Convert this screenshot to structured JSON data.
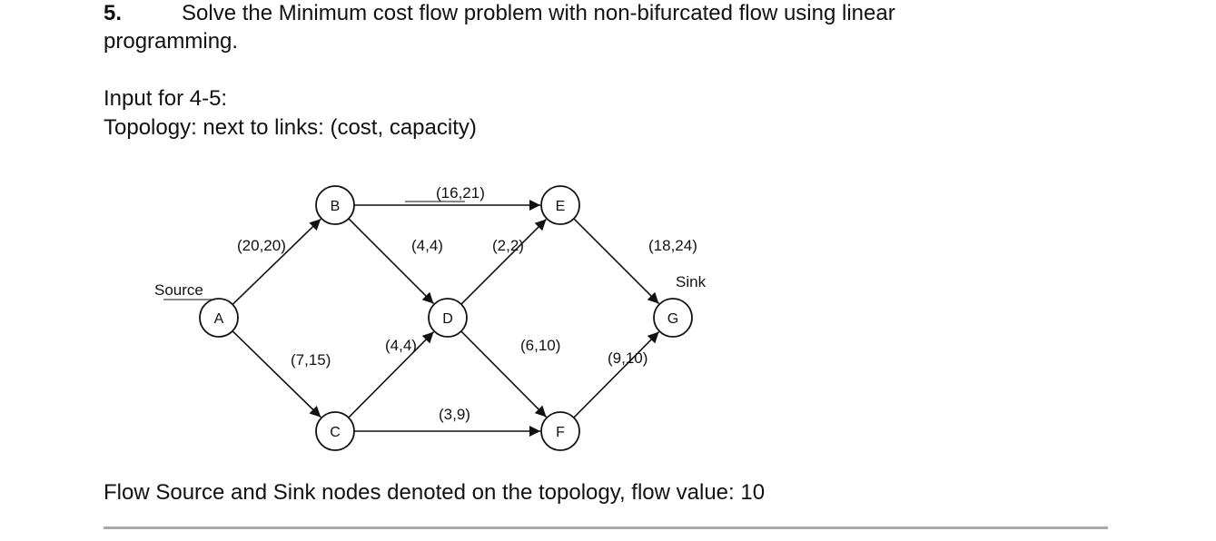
{
  "question": {
    "number": "5.",
    "text_line1": "Solve the Minimum cost flow problem with non-bifurcated flow using linear",
    "text_line2": "programming."
  },
  "input_heading": "Input for 4-5:",
  "topology_caption": "Topology: next to links: (cost, capacity)",
  "diagram": {
    "nodes": [
      {
        "id": "A",
        "label": "A"
      },
      {
        "id": "B",
        "label": "B"
      },
      {
        "id": "C",
        "label": "C"
      },
      {
        "id": "D",
        "label": "D"
      },
      {
        "id": "E",
        "label": "E"
      },
      {
        "id": "F",
        "label": "F"
      },
      {
        "id": "G",
        "label": "G"
      }
    ],
    "edges": [
      {
        "from": "A",
        "to": "B",
        "label": "(20,20)"
      },
      {
        "from": "A",
        "to": "C",
        "label": "(7,15)"
      },
      {
        "from": "B",
        "to": "E",
        "label": "(16,21)"
      },
      {
        "from": "B",
        "to": "D",
        "label": "(4,4)"
      },
      {
        "from": "C",
        "to": "D",
        "label": "(4,4)"
      },
      {
        "from": "C",
        "to": "F",
        "label": "(3,9)"
      },
      {
        "from": "D",
        "to": "E",
        "label": "(2,2)"
      },
      {
        "from": "D",
        "to": "F",
        "label": "(6,10)"
      },
      {
        "from": "E",
        "to": "G",
        "label": "(18,24)"
      },
      {
        "from": "F",
        "to": "G",
        "label": "(9,10)"
      }
    ],
    "source_label": "Source",
    "sink_label": "Sink"
  },
  "flow_text": "Flow Source and Sink nodes denoted on the topology, flow value: 10"
}
